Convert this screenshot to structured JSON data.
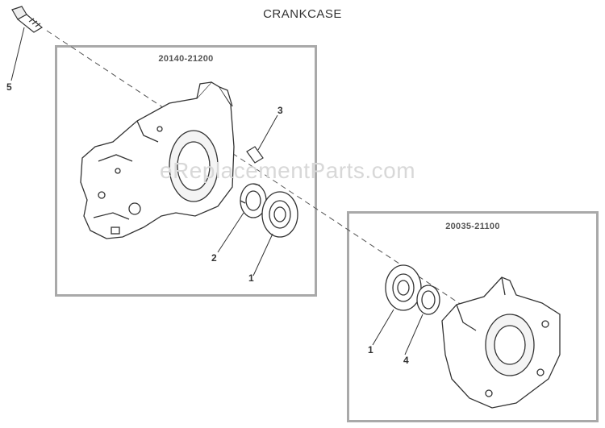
{
  "diagram": {
    "title": "CRANKCASE",
    "watermark": "eReplacementParts.com",
    "left_group": {
      "part_number": "20140-21200"
    },
    "right_group": {
      "part_number": "20035-21100"
    },
    "callouts": [
      "5",
      "3",
      "2",
      "1",
      "1",
      "4"
    ]
  }
}
